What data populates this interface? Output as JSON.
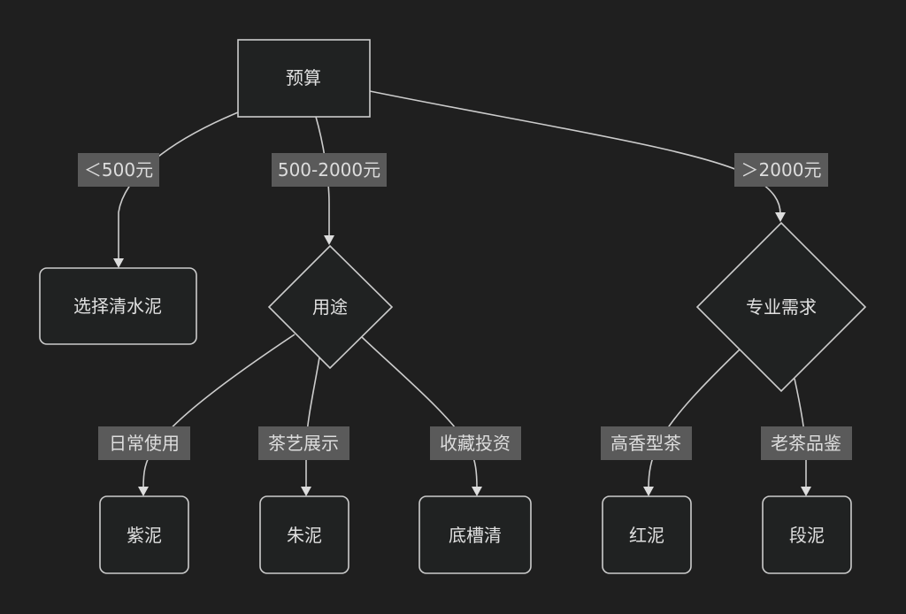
{
  "diagram": {
    "type": "flowchart",
    "colors": {
      "background": "#1f1f1f",
      "node_fill": "#202222",
      "node_stroke": "#cccccc",
      "text": "#e0e0e0",
      "edge_label_bg": "#5a5a5a"
    },
    "nodes": {
      "budget": {
        "label": "预算",
        "shape": "rect"
      },
      "clear_clay": {
        "label": "选择清水泥",
        "shape": "rounded-rect"
      },
      "usage": {
        "label": "用途",
        "shape": "diamond"
      },
      "pro_needs": {
        "label": "专业需求",
        "shape": "diamond"
      },
      "zini": {
        "label": "紫泥",
        "shape": "rounded-rect"
      },
      "zhuni": {
        "label": "朱泥",
        "shape": "rounded-rect"
      },
      "dicaoqing": {
        "label": "底槽清",
        "shape": "rounded-rect"
      },
      "hongni": {
        "label": "红泥",
        "shape": "rounded-rect"
      },
      "duanni": {
        "label": "段泥",
        "shape": "rounded-rect"
      }
    },
    "edges": {
      "budget_low": {
        "from": "budget",
        "to": "clear_clay",
        "label": "＜500元"
      },
      "budget_mid": {
        "from": "budget",
        "to": "usage",
        "label": "500-2000元"
      },
      "budget_high": {
        "from": "budget",
        "to": "pro_needs",
        "label": "＞2000元"
      },
      "usage_daily": {
        "from": "usage",
        "to": "zini",
        "label": "日常使用"
      },
      "usage_display": {
        "from": "usage",
        "to": "zhuni",
        "label": "茶艺展示"
      },
      "usage_collect": {
        "from": "usage",
        "to": "dicaoqing",
        "label": "收藏投资"
      },
      "pro_fragrant": {
        "from": "pro_needs",
        "to": "hongni",
        "label": "高香型茶"
      },
      "pro_aged": {
        "from": "pro_needs",
        "to": "duanni",
        "label": "老茶品鉴"
      }
    }
  }
}
